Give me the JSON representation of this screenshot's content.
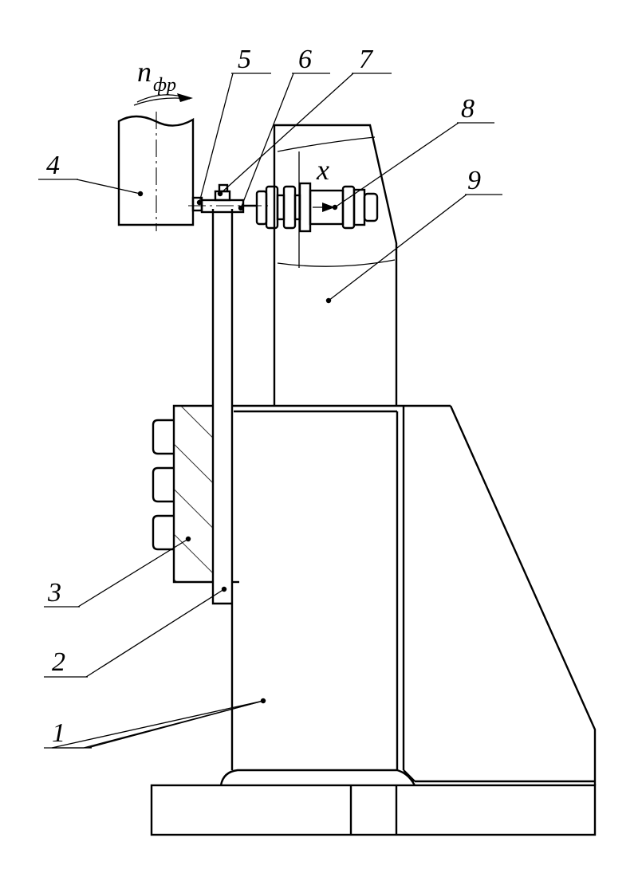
{
  "labels": {
    "l1": "1",
    "l2": "2",
    "l3": "3",
    "l4": "4",
    "l5": "5",
    "l6": "6",
    "l7": "7",
    "l8": "8",
    "l9": "9"
  },
  "rotation_symbol": "n",
  "rotation_subscript": "фр",
  "axis_label": "x",
  "colors": {
    "line": "#000000",
    "background": "#ffffff"
  }
}
